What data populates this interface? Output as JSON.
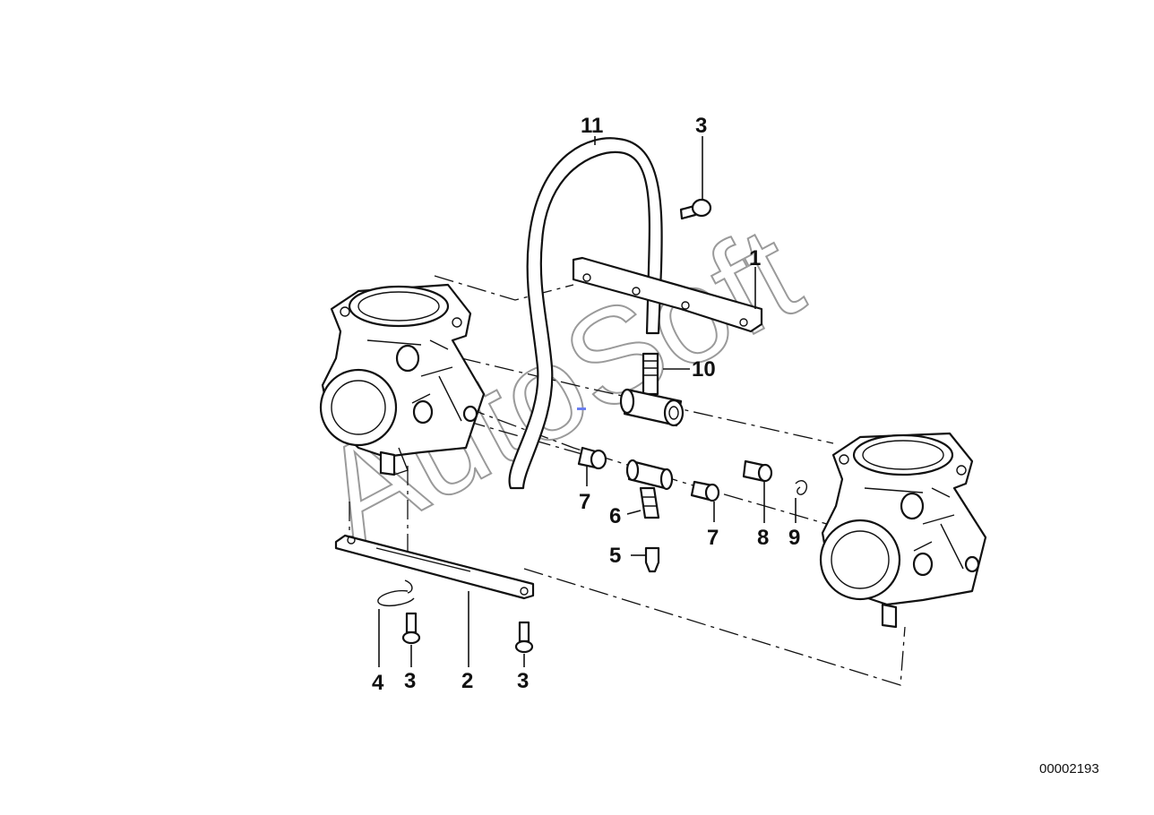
{
  "diagram": {
    "callouts": {
      "c1": "1",
      "c2": "2",
      "c3_top": "3",
      "c3_left": "3",
      "c3_right": "3",
      "c4": "4",
      "c5": "5",
      "c6": "6",
      "c7_left": "7",
      "c7_right": "7",
      "c8": "8",
      "c9": "9",
      "c10": "10",
      "c11": "11"
    },
    "watermark": "AutoSoft",
    "document_number": "00002193"
  }
}
